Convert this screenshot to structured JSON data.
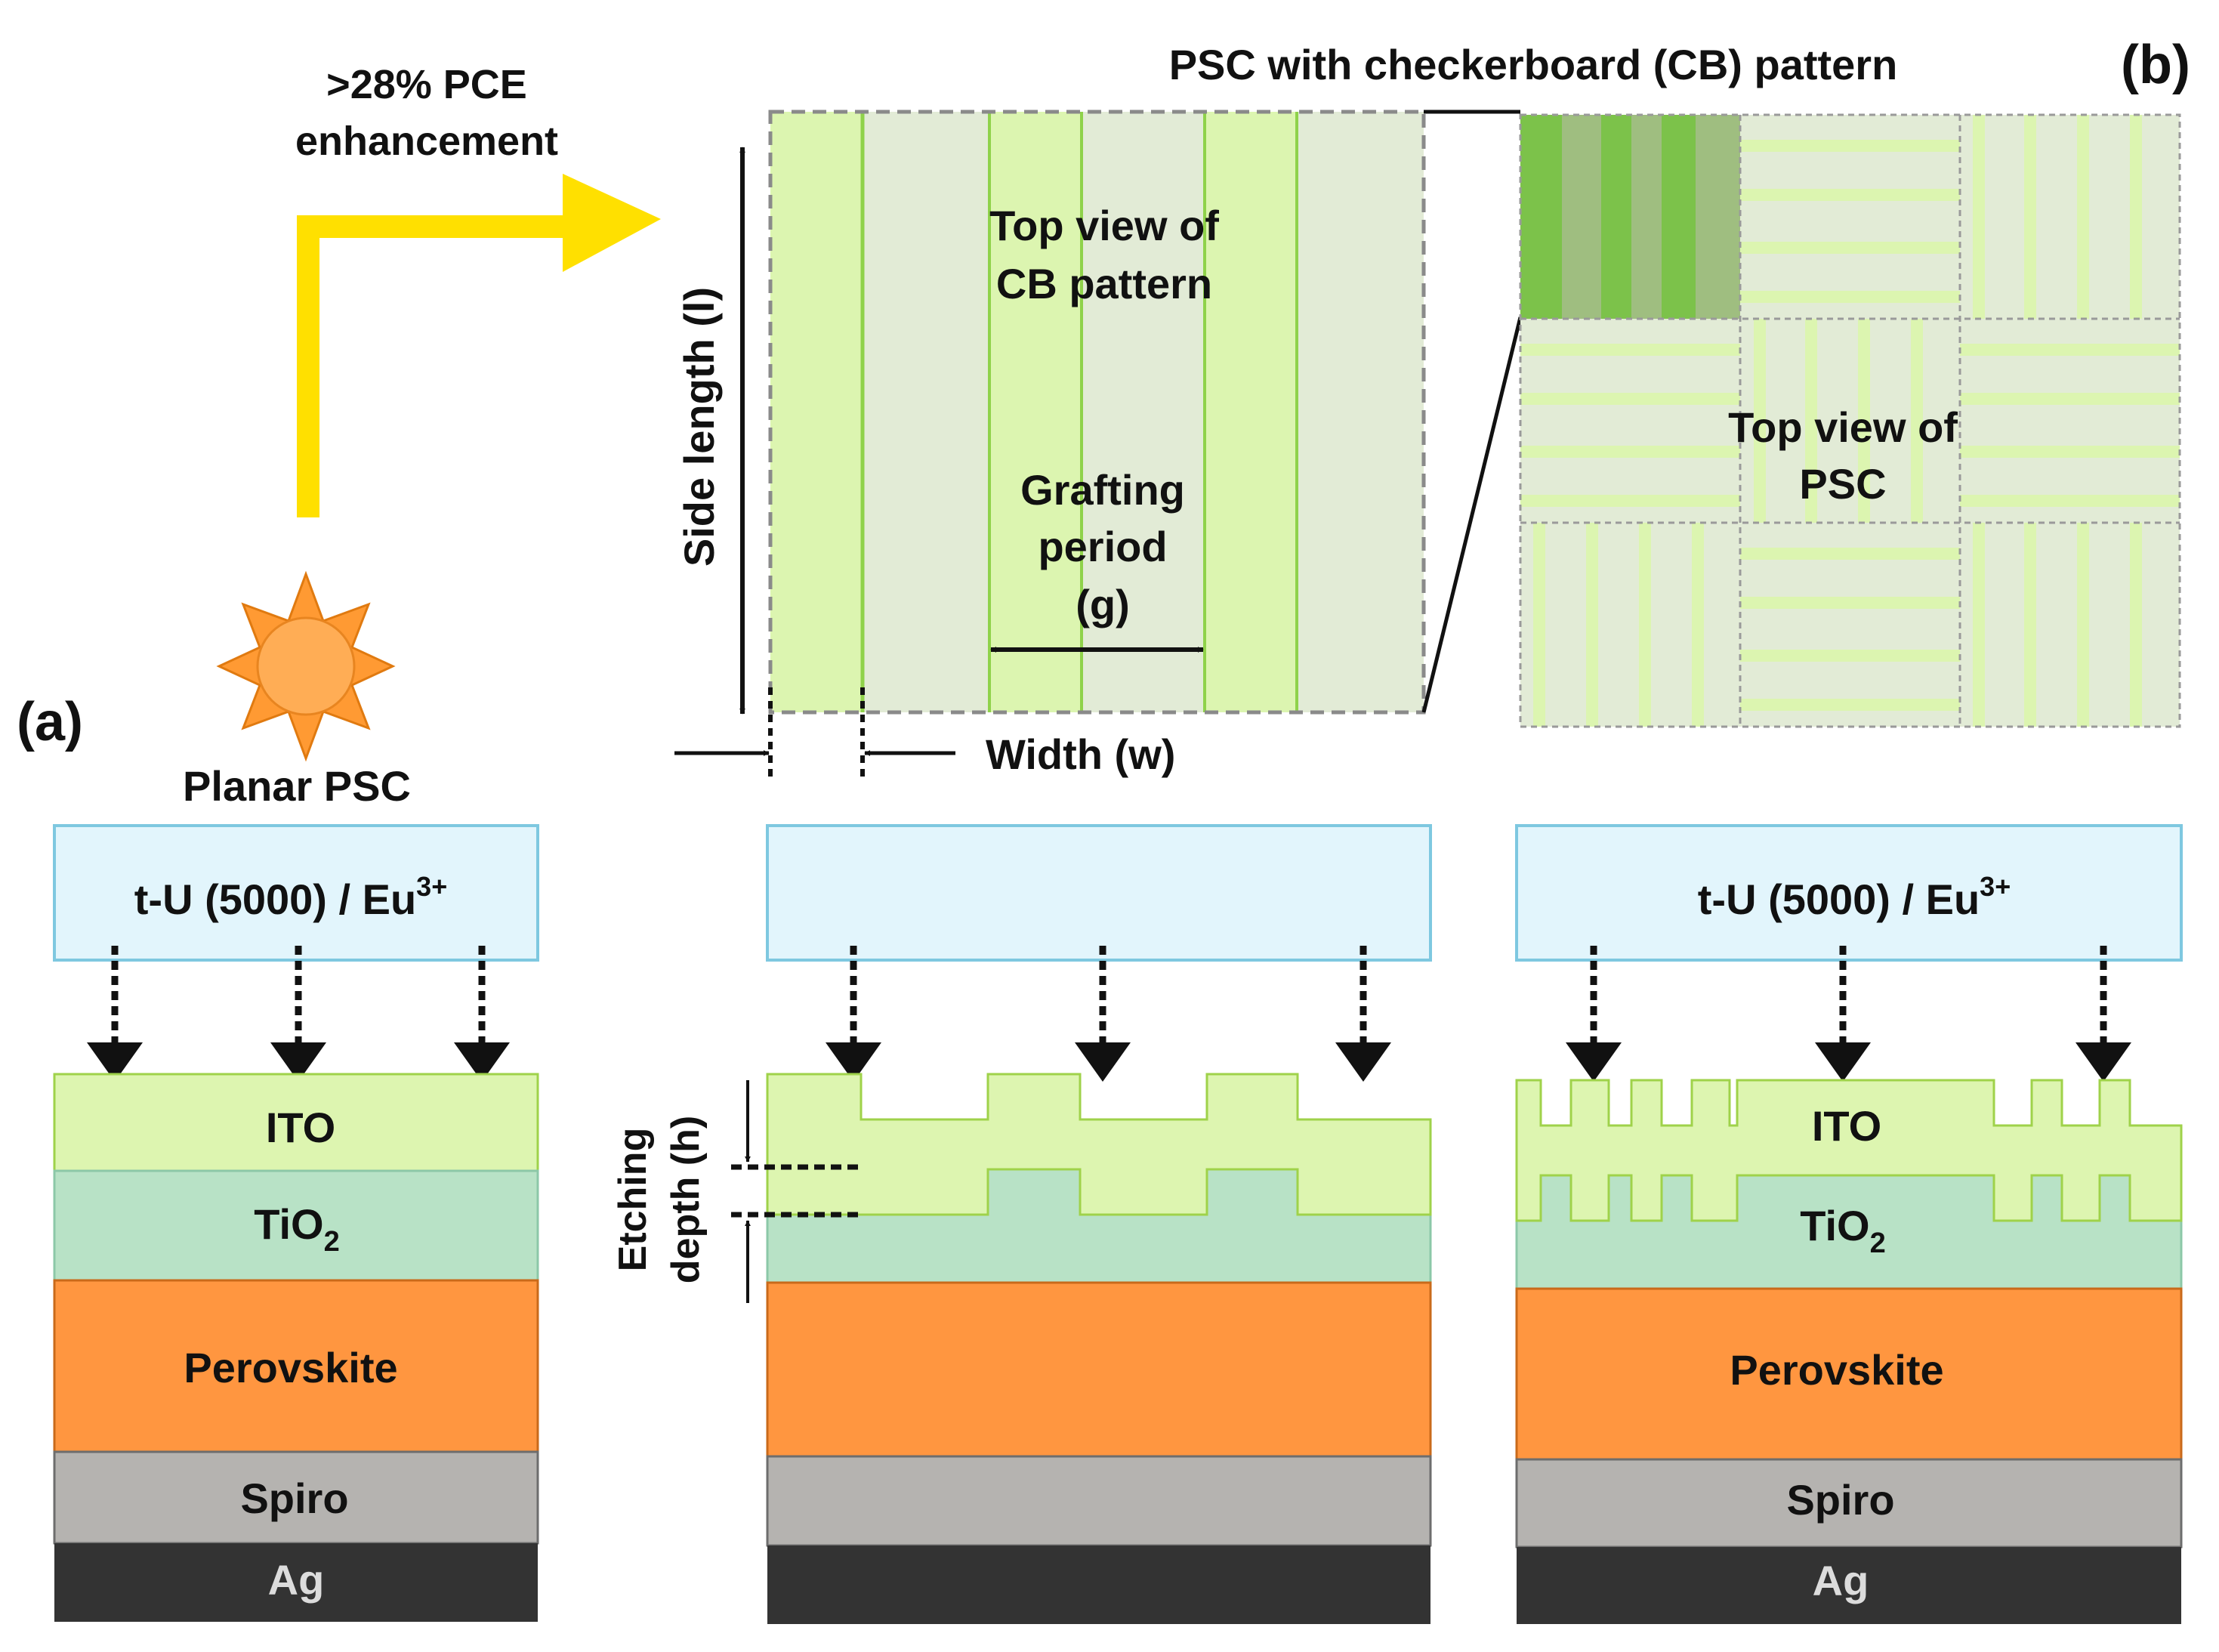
{
  "panels": {
    "a": "(a)",
    "b": "(b)"
  },
  "enhancement": {
    "line1": ">28% PCE",
    "line2": "enhancement"
  },
  "planar": {
    "title": "Planar PSC",
    "coating": {
      "base": "t-U (5000) / Eu",
      "sup": "3+"
    },
    "layers": {
      "ito": "ITO",
      "tio2": "TiO",
      "tio2_sub": "2",
      "perovskite": "Perovskite",
      "spiro": "Spiro",
      "ag": "Ag"
    }
  },
  "cb": {
    "title": "PSC with checkerboard (CB) pattern",
    "top_view_cb": {
      "line1": "Top view of",
      "line2": "CB pattern"
    },
    "grafting": {
      "line1": "Grafting",
      "line2": "period",
      "line3": "(g)"
    },
    "side_length": "Side length (l)",
    "width": "Width (w)",
    "top_view_psc": {
      "line1": "Top view of",
      "line2": "PSC"
    },
    "etching": {
      "line1": "Etching",
      "line2": "depth (h)"
    }
  },
  "right": {
    "coating": {
      "base": "t-U (5000) / Eu",
      "sup": "3+"
    },
    "layers": {
      "ito": "ITO",
      "tio2": "TiO",
      "tio2_sub": "2",
      "perovskite": "Perovskite",
      "spiro": "Spiro",
      "ag": "Ag"
    }
  },
  "colors": {
    "coating_fill": "#e2f5fc",
    "coating_stroke": "#7ec8e0",
    "ito": "#ddf5b0",
    "ito_stroke": "#9fd24a",
    "tio2": "#b8e2c6",
    "tio2_stroke": "#8cc8a8",
    "perovskite": "#ff9640",
    "spiro": "#b5b3b0",
    "ag": "#333333",
    "arrow_yellow": "#ffe000",
    "sun": "#ff9a33",
    "cb_light": "#e2ebd6",
    "cb_stripe": "#dcf5b0",
    "cb_dark": "#7cc24a"
  }
}
